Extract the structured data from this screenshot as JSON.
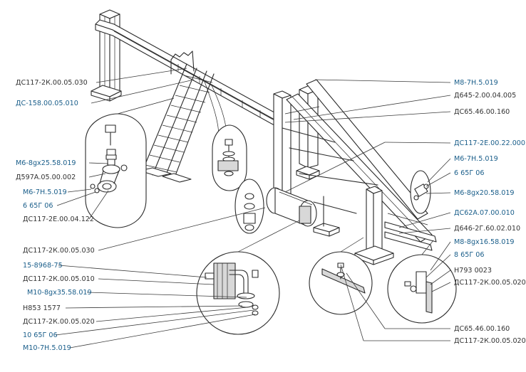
{
  "labels_left": [
    {
      "text": "ДС117-2К.00.05.030",
      "color": "black"
    },
    {
      "text": "ДС-158.00.05.010",
      "color": "blue"
    },
    {
      "text": "М6-8gx25.58.019",
      "color": "blue"
    },
    {
      "text": "Д597А.05.00.002",
      "color": "black"
    },
    {
      "text": "М6-7Н.5.019",
      "color": "blue"
    },
    {
      "text": "6 65Г 06",
      "color": "blue"
    },
    {
      "text": "ДС117-2Е.00.04.122",
      "color": "black"
    },
    {
      "text": "ДС117-2К.00.05.030",
      "color": "black"
    },
    {
      "text": "15-8968-75",
      "color": "blue"
    },
    {
      "text": "ДС117-2К.00.05.010",
      "color": "black"
    },
    {
      "text": "М10-8gx35.58.019",
      "color": "blue"
    },
    {
      "text": "Н853 1577",
      "color": "black"
    },
    {
      "text": "ДС117-2К.00.05.020",
      "color": "black"
    },
    {
      "text": "10 65Г 06",
      "color": "blue"
    },
    {
      "text": "М10-7Н.5.019",
      "color": "blue"
    }
  ],
  "labels_right": [
    {
      "text": "М8-7Н.5.019",
      "color": "blue"
    },
    {
      "text": "Д645-2.00.04.005",
      "color": "black"
    },
    {
      "text": "ДС65.46.00.160",
      "color": "black"
    },
    {
      "text": "ДС117-2Е.00.22.000",
      "color": "blue"
    },
    {
      "text": "М6-7Н.5.019",
      "color": "blue"
    },
    {
      "text": "6 65Г 06",
      "color": "blue"
    },
    {
      "text": "М6-8gx20.58.019",
      "color": "blue"
    },
    {
      "text": "ДС62А.07.00.010",
      "color": "blue"
    },
    {
      "text": "Д646-2Г.60.02.010",
      "color": "black"
    },
    {
      "text": "М8-8gx16.58.019",
      "color": "blue"
    },
    {
      "text": "8 65Г 06",
      "color": "blue"
    },
    {
      "text": "Н793 0023",
      "color": "black"
    },
    {
      "text": "ДС117-2К.00.05.020",
      "color": "black"
    },
    {
      "text": "ДС65.46.00.160",
      "color": "black"
    },
    {
      "text": "ДС117-2К.00.05.020",
      "color": "black"
    }
  ],
  "colors": {
    "label_blue": "#1a5e8a",
    "label_black": "#333333",
    "line": "#2a2a2a",
    "background": "#ffffff"
  }
}
